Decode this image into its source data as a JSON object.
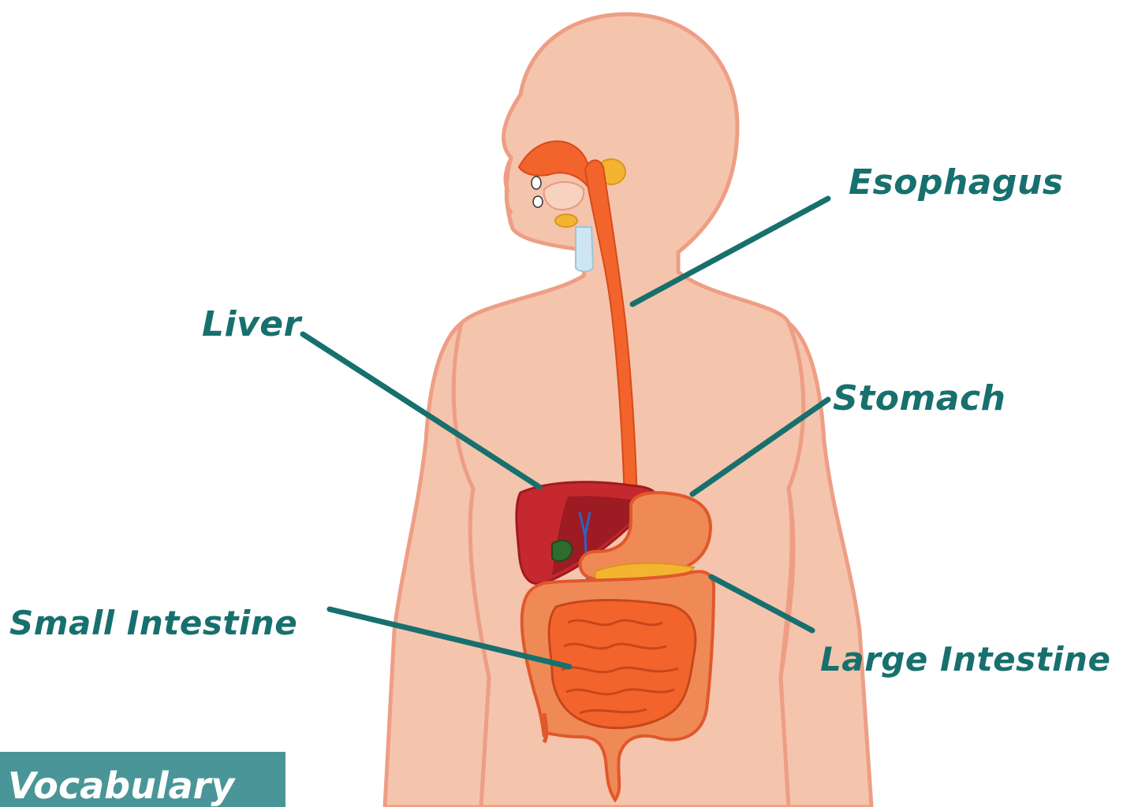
{
  "labels": {
    "esophagus": "Esophagus",
    "liver": "Liver",
    "stomach": "Stomach",
    "small_intestine": "Small Intestine",
    "large_intestine": "Large Intestine"
  },
  "banner": {
    "text": "Vocabulary"
  },
  "colors": {
    "skin": "#f5c4ad",
    "skin_outline": "#ee9e85",
    "digestive_orange": "#f2642b",
    "liver": "#c5282e",
    "leader_line": "#17706e",
    "banner": "#4a9597"
  }
}
